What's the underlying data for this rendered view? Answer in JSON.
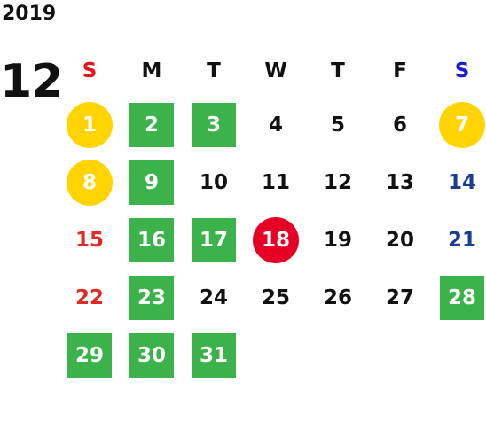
{
  "calendar": {
    "year": "2019",
    "month": "12",
    "weekdays": [
      "S",
      "M",
      "T",
      "W",
      "T",
      "F",
      "S"
    ],
    "colors": {
      "green_day": "#3bb34a",
      "yellow_day": "#ffd400",
      "red_day": "#e60026",
      "sunday_text": "#e02a24",
      "saturday_text": "#1b3e92"
    },
    "weeks": [
      [
        {
          "day": "1",
          "style": "yellow"
        },
        {
          "day": "2",
          "style": "green"
        },
        {
          "day": "3",
          "style": "green"
        },
        {
          "day": "4",
          "style": "plain"
        },
        {
          "day": "5",
          "style": "plain"
        },
        {
          "day": "6",
          "style": "plain"
        },
        {
          "day": "7",
          "style": "yellow"
        }
      ],
      [
        {
          "day": "8",
          "style": "yellow"
        },
        {
          "day": "9",
          "style": "green"
        },
        {
          "day": "10",
          "style": "plain"
        },
        {
          "day": "11",
          "style": "plain"
        },
        {
          "day": "12",
          "style": "plain"
        },
        {
          "day": "13",
          "style": "plain"
        },
        {
          "day": "14",
          "style": "saturday"
        }
      ],
      [
        {
          "day": "15",
          "style": "sunday"
        },
        {
          "day": "16",
          "style": "green"
        },
        {
          "day": "17",
          "style": "green"
        },
        {
          "day": "18",
          "style": "red"
        },
        {
          "day": "19",
          "style": "plain"
        },
        {
          "day": "20",
          "style": "plain"
        },
        {
          "day": "21",
          "style": "saturday"
        }
      ],
      [
        {
          "day": "22",
          "style": "sunday"
        },
        {
          "day": "23",
          "style": "green"
        },
        {
          "day": "24",
          "style": "plain"
        },
        {
          "day": "25",
          "style": "plain"
        },
        {
          "day": "26",
          "style": "plain"
        },
        {
          "day": "27",
          "style": "plain"
        },
        {
          "day": "28",
          "style": "green"
        }
      ],
      [
        {
          "day": "29",
          "style": "green"
        },
        {
          "day": "30",
          "style": "green"
        },
        {
          "day": "31",
          "style": "green"
        },
        {
          "day": "",
          "style": "empty"
        },
        {
          "day": "",
          "style": "empty"
        },
        {
          "day": "",
          "style": "empty"
        },
        {
          "day": "",
          "style": "empty"
        }
      ]
    ]
  }
}
